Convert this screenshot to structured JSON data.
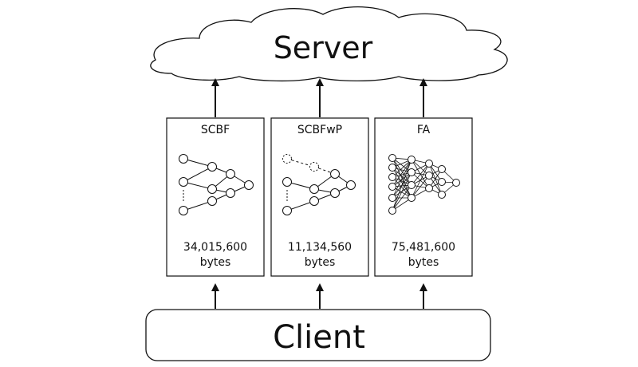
{
  "server": {
    "label": "Server"
  },
  "client": {
    "label": "Client"
  },
  "methods": [
    {
      "name": "SCBF",
      "size": "34,015,600",
      "unit": "bytes"
    },
    {
      "name": "SCBFwP",
      "size": "11,134,560",
      "unit": "bytes"
    },
    {
      "name": "FA",
      "size": "75,481,600",
      "unit": "bytes"
    }
  ],
  "colors": {
    "stroke": "#111111",
    "background": "#ffffff"
  }
}
